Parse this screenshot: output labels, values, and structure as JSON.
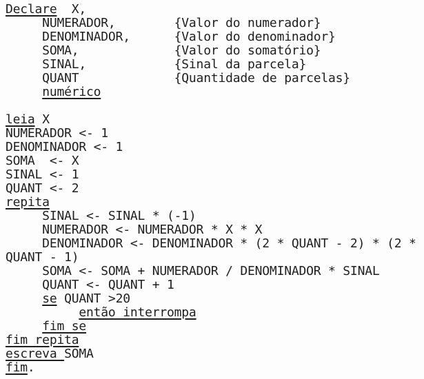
{
  "page": {
    "background_color": "#fdfdfd",
    "text_color": "#1f1f1f",
    "document_type": "scanned pseudocode listing (Portugol)"
  },
  "code": {
    "language": "portugol-pseudocode",
    "lines": [
      {
        "segments": [
          {
            "text": "Declare",
            "underline": true
          },
          {
            "text": "  X,",
            "underline": false
          }
        ]
      },
      {
        "segments": [
          {
            "text": "     NUMERADOR,        {Valor do numerador}",
            "underline": false
          }
        ]
      },
      {
        "segments": [
          {
            "text": "     DENOMINADOR,      {Valor do denominador}",
            "underline": false
          }
        ]
      },
      {
        "segments": [
          {
            "text": "     SOMA,             {Valor do somatório}",
            "underline": false
          }
        ]
      },
      {
        "segments": [
          {
            "text": "     SINAL,            {Sinal da parcela}",
            "underline": false
          }
        ]
      },
      {
        "segments": [
          {
            "text": "     QUANT             {Quantidade de parcelas}",
            "underline": false
          }
        ]
      },
      {
        "segments": [
          {
            "text": "     ",
            "underline": false
          },
          {
            "text": "numérico",
            "underline": true
          }
        ]
      },
      {
        "segments": []
      },
      {
        "segments": [
          {
            "text": "leia",
            "underline": true
          },
          {
            "text": " X",
            "underline": false
          }
        ]
      },
      {
        "segments": [
          {
            "text": "NUMERADOR <- 1",
            "underline": false
          }
        ]
      },
      {
        "segments": [
          {
            "text": "DENOMINADOR <- 1",
            "underline": false
          }
        ]
      },
      {
        "segments": [
          {
            "text": "SOMA  <- X",
            "underline": false
          }
        ]
      },
      {
        "segments": [
          {
            "text": "SINAL <- 1",
            "underline": false
          }
        ]
      },
      {
        "segments": [
          {
            "text": "QUANT <- 2",
            "underline": false
          }
        ]
      },
      {
        "segments": [
          {
            "text": "repita",
            "underline": true
          }
        ]
      },
      {
        "segments": [
          {
            "text": "     SINAL <- SINAL * (-1)",
            "underline": false
          }
        ]
      },
      {
        "segments": [
          {
            "text": "     NUMERADOR <- NUMERADOR * X * X",
            "underline": false
          }
        ]
      },
      {
        "segments": [
          {
            "text": "     DENOMINADOR <- DENOMINADOR * (2 * QUANT - 2) * (2 *",
            "underline": false
          }
        ]
      },
      {
        "segments": [
          {
            "text": "QUANT - 1)",
            "underline": false
          }
        ]
      },
      {
        "segments": [
          {
            "text": "     SOMA <- SOMA + NUMERADOR / DENOMINADOR * SINAL",
            "underline": false
          }
        ]
      },
      {
        "segments": [
          {
            "text": "     QUANT <- QUANT + 1",
            "underline": false
          }
        ]
      },
      {
        "segments": [
          {
            "text": "     ",
            "underline": false
          },
          {
            "text": "se",
            "underline": true
          },
          {
            "text": " QUANT >20",
            "underline": false
          }
        ]
      },
      {
        "segments": [
          {
            "text": "          ",
            "underline": false
          },
          {
            "text": "então interrompa",
            "underline": true
          }
        ]
      },
      {
        "segments": [
          {
            "text": "     ",
            "underline": false
          },
          {
            "text": "fim se",
            "underline": true
          }
        ]
      },
      {
        "segments": [
          {
            "text": "fim repita",
            "underline": true
          }
        ]
      },
      {
        "segments": [
          {
            "text": "escreva ",
            "underline": true
          },
          {
            "text": "SOMA",
            "underline": false
          }
        ]
      },
      {
        "segments": [
          {
            "text": "fim",
            "underline": true
          },
          {
            "text": ".",
            "underline": false
          }
        ]
      }
    ]
  }
}
